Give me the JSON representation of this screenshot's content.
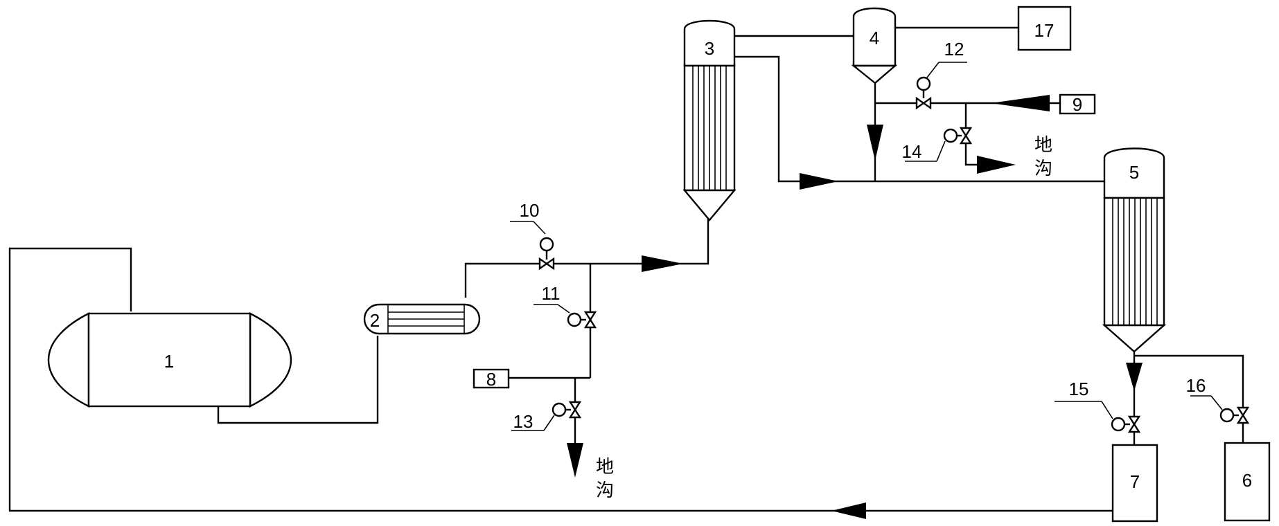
{
  "units": {
    "u1": "1",
    "u2": "2",
    "u3": "3",
    "u4": "4",
    "u5": "5",
    "u6": "6",
    "u7": "7",
    "u8": "8",
    "u9": "9",
    "u17": "17"
  },
  "valves": {
    "v10": "10",
    "v11": "11",
    "v12": "12",
    "v13": "13",
    "v14": "14",
    "v15": "15",
    "v16": "16"
  },
  "drains": {
    "drain_a": [
      "地",
      "沟"
    ],
    "drain_b": [
      "地",
      "沟"
    ]
  }
}
